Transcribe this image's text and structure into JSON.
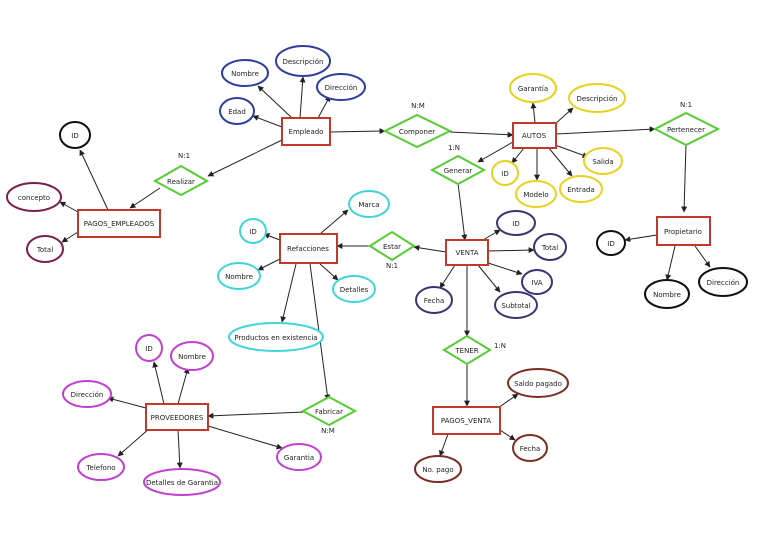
{
  "entities": {
    "empleado": "Empleado",
    "autos": "AUTOS",
    "pagos_empleados": "PAGOS_EMPLEADOS",
    "refacciones": "Refacciones",
    "venta": "VENTA",
    "propietario": "Propietario",
    "proveedores": "PROVEEDORES",
    "pagos_venta": "PAGOS_VENTA"
  },
  "relationships": {
    "componer": "Componer",
    "pertenecer": "Pertenecer",
    "realizar": "Realizar",
    "generar": "Generar",
    "estar": "Estar",
    "tener": "TENER",
    "fabricar": "Fabricar"
  },
  "cardinalities": {
    "componer": "N:M",
    "pertenecer": "N:1",
    "realizar": "N:1",
    "generar": "1:N",
    "estar": "N:1",
    "tener": "1:N",
    "fabricar": "N:M"
  },
  "attributes": {
    "empleado_nombre": "Nombre",
    "empleado_descripcion": "Descripción",
    "empleado_direccion": "Dirección",
    "empleado_edad": "Edad",
    "autos_garantia": "Garantía",
    "autos_descripcion": "Descripción",
    "autos_salida": "Salida",
    "autos_entrada": "Entrada",
    "autos_modelo": "Modelo",
    "autos_id": "ID",
    "pagos_emp_id": "ID",
    "pagos_emp_concepto": "concepto",
    "pagos_emp_total": "Total",
    "refacciones_marca": "Marca",
    "refacciones_id": "ID",
    "refacciones_nombre": "Nombre",
    "refacciones_detalles": "Detalles",
    "refacciones_existencia": "Productos en existencia",
    "venta_id": "ID",
    "venta_total": "Total",
    "venta_iva": "IVA",
    "venta_subtotal": "Subtotal",
    "venta_fecha": "Fecha",
    "propietario_id": "ID",
    "propietario_nombre": "Nombre",
    "propietario_direccion": "Dirección",
    "proveedores_id": "ID",
    "proveedores_nombre": "Nombre",
    "proveedores_direccion": "Dirección",
    "proveedores_telefono": "Telefono",
    "proveedores_detalles_garantia": "Detalles de Garantia",
    "proveedores_garantia": "Garantia",
    "pagos_venta_saldo": "Saldo pagado",
    "pagos_venta_fecha": "Fecha",
    "pagos_venta_nopago": "No. pago"
  },
  "colors": {
    "entity_stroke": "#c0392b",
    "relationship_stroke": "#55cc33",
    "empleado_attr": "#2e3f9e",
    "autos_attr": "#e8d21e",
    "pagos_emp_attr": "#7a1f4a",
    "refacciones_attr": "#3fd5d8",
    "venta_attr": "#3a3470",
    "propietario_attr": "#111111",
    "proveedores_attr": "#c03fd0",
    "pagos_venta_attr": "#7a2e24",
    "pagos_emp_id_attr": "#111111"
  }
}
